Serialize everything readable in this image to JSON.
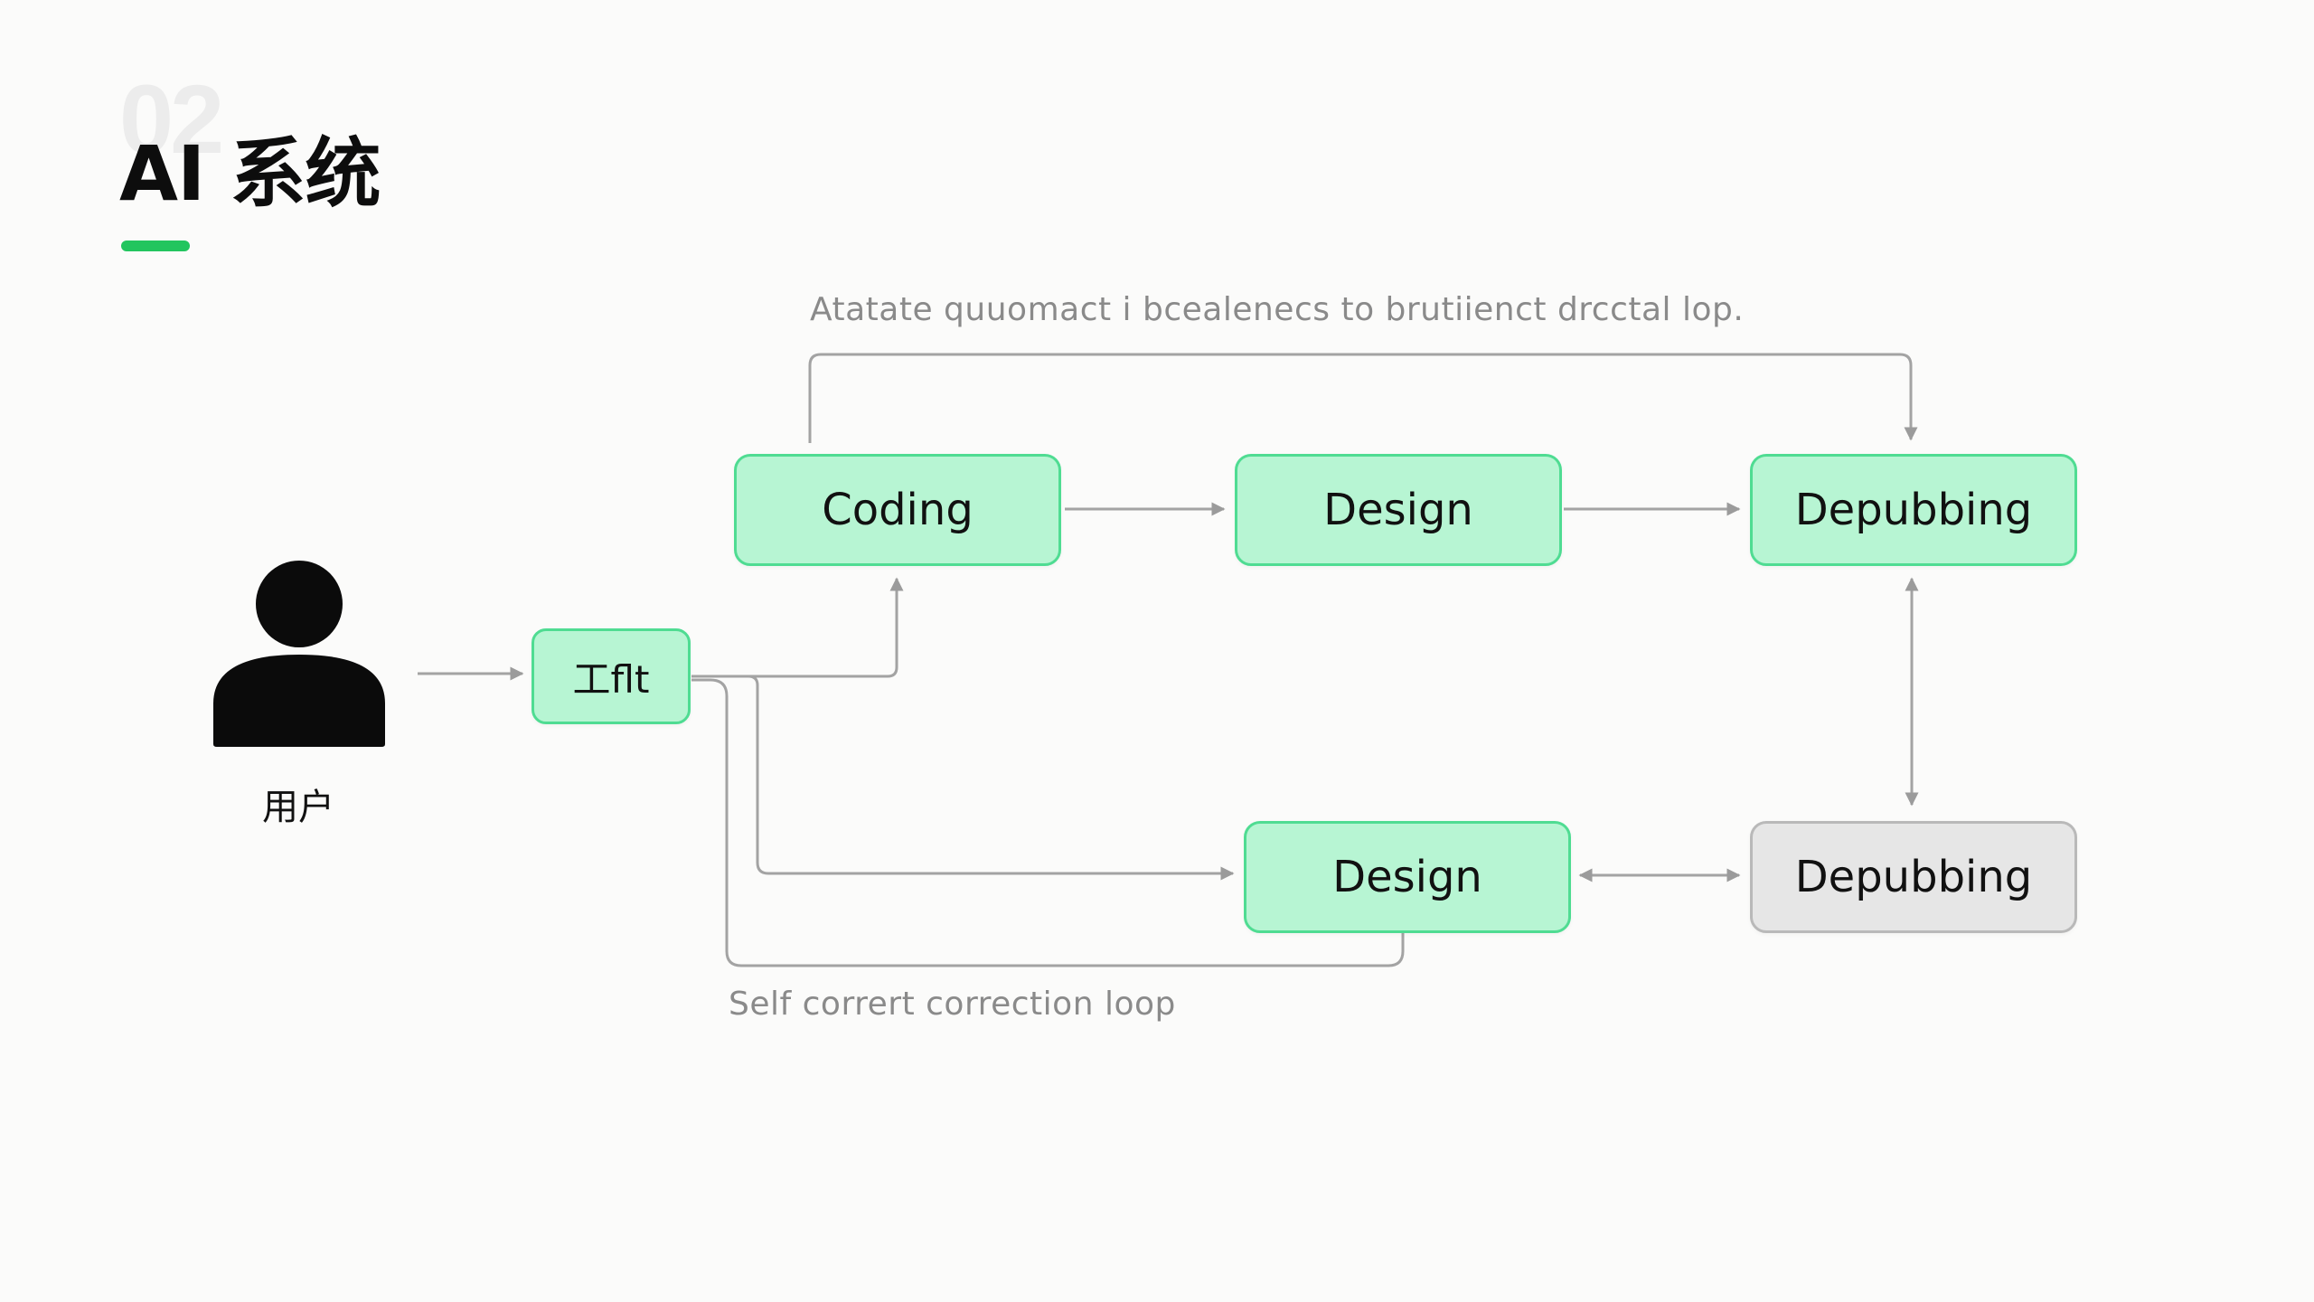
{
  "header": {
    "number": "02",
    "title": "AI 系统",
    "accent_color": "#22c55e"
  },
  "diagram": {
    "top_caption": "Atatate quuomact i bcealenecs to brutiienct drcctal lop.",
    "bottom_caption": "Self corrert  correction loop",
    "user": {
      "icon": "person-icon",
      "label": "用户"
    },
    "nodes": {
      "work": "工flt",
      "coding": "Coding",
      "design_top": "Design",
      "debug_top": "Depubbing",
      "design_bottom": "Design",
      "debug_bottom": "Depubbing"
    },
    "colors": {
      "node_fill": "#b7f5d3",
      "node_border": "#4fdc92",
      "inactive_fill": "#e6e6e6",
      "connector": "#9b9b9b"
    }
  }
}
